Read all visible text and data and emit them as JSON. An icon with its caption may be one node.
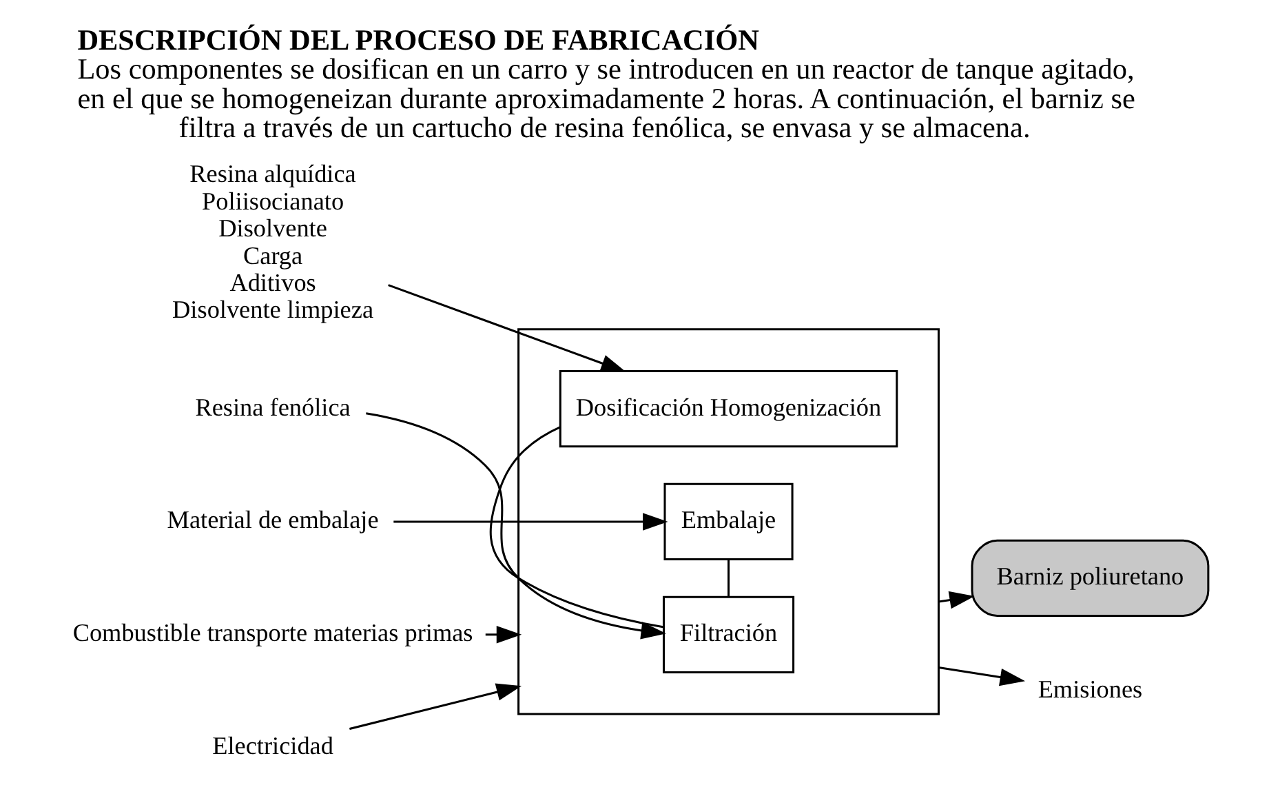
{
  "diagram": {
    "title": "DESCRIPCIÓN DEL PROCESO DE FABRICACIÓN",
    "caption": "Los componentes se dosifican en un carro y se introducen en un reactor de tanque agitado, en el que se homogeneizan durante aproximadamente 2 horas. A continuación, el barniz se filtra a través de un cartucho de resina fenólica, se envasa y se almacena.",
    "nodes": [
      {
        "text": [],
        "shape": "box"
      },
      {
        "text": [
          "Dosificación Homogenización"
        ],
        "in": 0
      },
      {
        "text": [
          "Filtración"
        ],
        "in": 0
      },
      {
        "text": [
          "Embalaje"
        ],
        "in": 0
      },
      {
        "text": [
          "Barniz poliuretano"
        ]
      },
      {
        "text": [
          "Emisiones"
        ]
      },
      {
        "text": [
          "Resina alquídica",
          "Poliisocianato",
          "Disolvente",
          "Carga",
          "Aditivos",
          "Disolvente limpieza"
        ]
      },
      {
        "text": [
          "Resina fenólica"
        ]
      },
      {
        "text": [
          "Material de embalaje"
        ]
      },
      {
        "text": [
          "Combustible transporte materias primas"
        ]
      },
      {
        "text": [
          "Electricidad"
        ]
      }
    ],
    "edges": [
      {
        "from": 6,
        "to": 1,
        "arrow": "to"
      },
      {
        "from": 7,
        "to": 2,
        "arrow": "to"
      },
      {
        "from": 8,
        "to": 3,
        "arrow": "to"
      },
      {
        "from": 9,
        "to": 0,
        "arrow": "to"
      },
      {
        "from": 10,
        "to": 0,
        "arrow": "to"
      },
      {
        "from": 1,
        "to": 2,
        "arrow": "none"
      },
      {
        "from": 2,
        "to": 3,
        "arrow": "none"
      },
      {
        "from": 0,
        "to": 4,
        "arrow": "to"
      },
      {
        "from": 0,
        "to": 5,
        "arrow": "to"
      }
    ]
  }
}
